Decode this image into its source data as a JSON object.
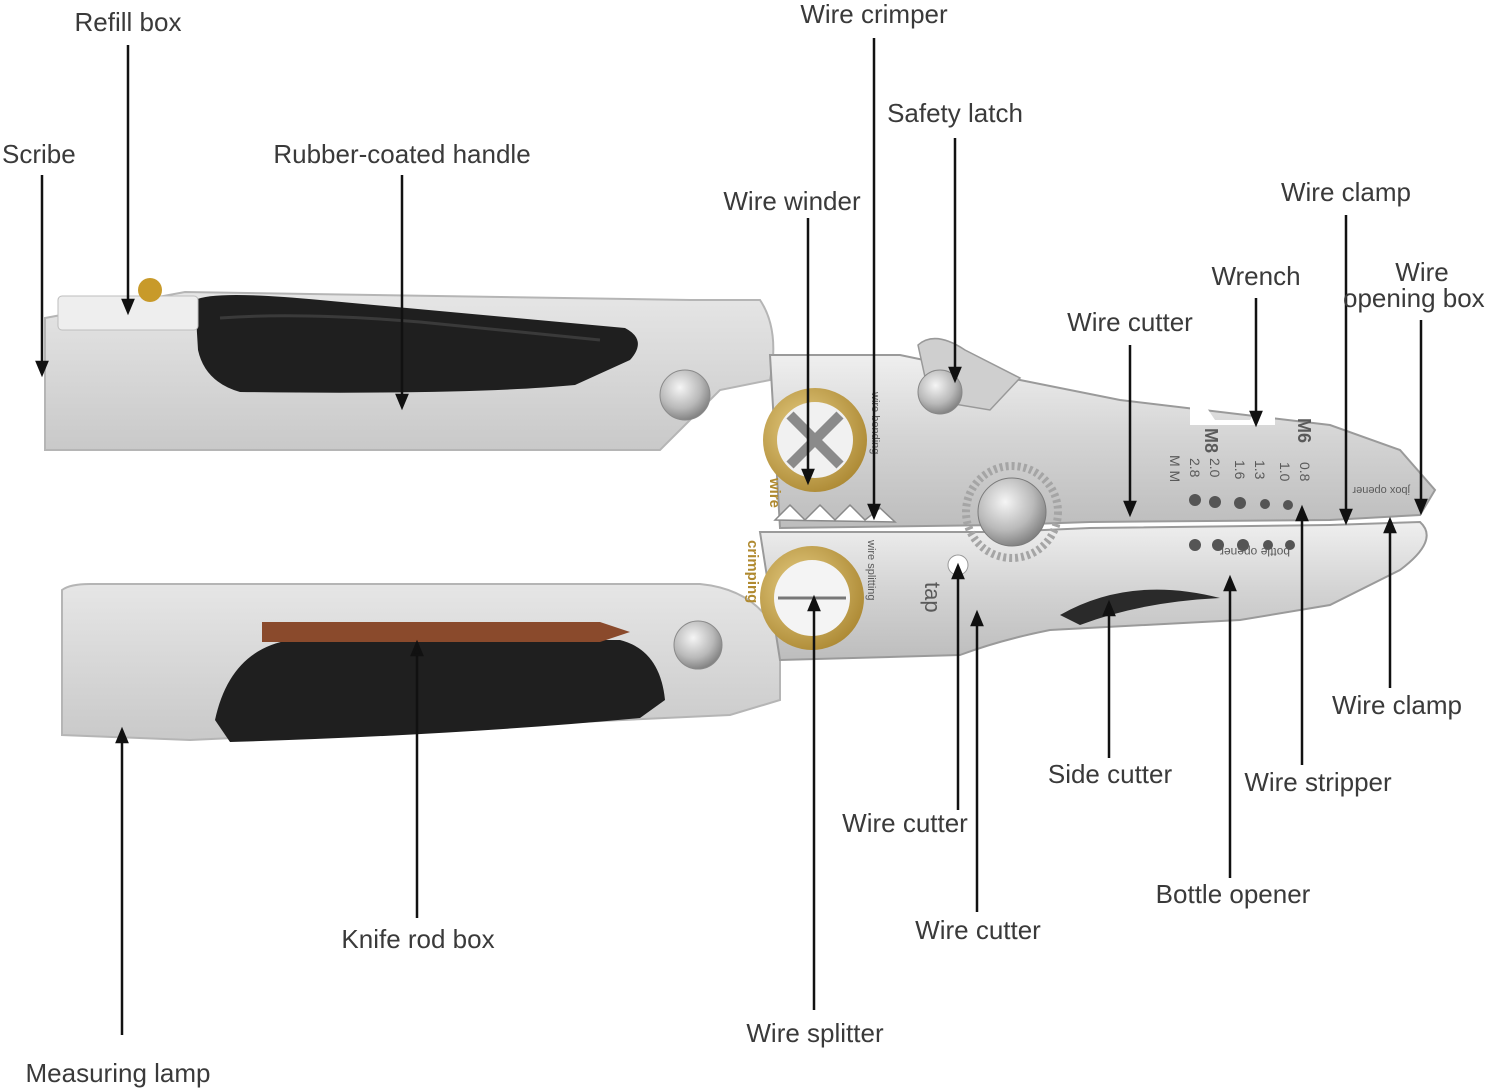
{
  "labels": {
    "refill_box": "Refill box",
    "scribe": "Scribe",
    "rubber_handle": "Rubber-coated handle",
    "wire_crimper": "Wire crimper",
    "safety_latch": "Safety latch",
    "wire_winder": "Wire winder",
    "wire_clamp_top": "Wire clamp",
    "wrench": "Wrench",
    "wire_opening_box_1": "Wire",
    "wire_opening_box_2": "opening box",
    "wire_cutter_top": "Wire cutter",
    "wire_clamp_bottom": "Wire clamp",
    "side_cutter": "Side cutter",
    "wire_stripper": "Wire stripper",
    "wire_cutter_mid": "Wire cutter",
    "bottle_opener": "Bottle opener",
    "wire_cutter_bottom": "Wire cutter",
    "knife_rod_box": "Knife rod box",
    "wire_splitter": "Wire splitter",
    "measuring_lamp": "Measuring lamp"
  },
  "engravings": {
    "m8": "M8",
    "m6": "M6",
    "mm": "M M",
    "gauges_left": [
      "2.0",
      "2.8"
    ],
    "gauges_mid": [
      "1.3",
      "1.6"
    ],
    "gauges_right": [
      "0.8",
      "1.0"
    ],
    "jbox_opener": "jbox opener",
    "bottle_opener": "bottle opener",
    "tap": "tap",
    "wire": "wire",
    "crimping": "crimping",
    "wire_bending": "wire bending",
    "wire_splitting": "wire splitting"
  },
  "colors": {
    "handle_grey": "#d7d7d7",
    "rubber_black": "#1f1f1f",
    "steel": "#d9d9d9",
    "brass": "#c9a64a",
    "bit_copper": "#8a4a2c",
    "leader_line": "#111111",
    "label_text": "#3a3a3a"
  }
}
